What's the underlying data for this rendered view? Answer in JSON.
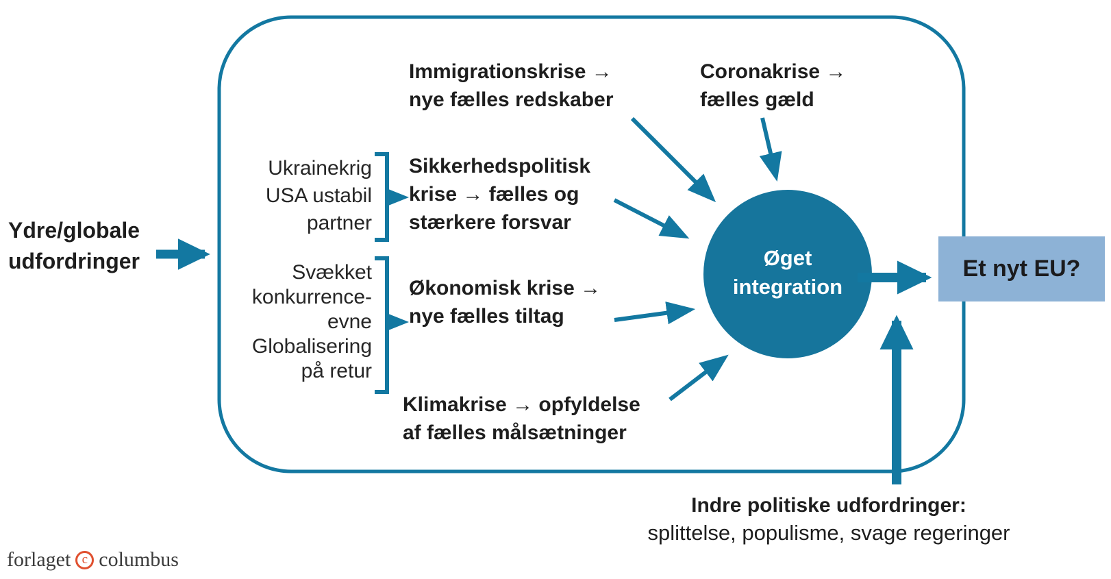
{
  "colors": {
    "accent": "#1378A1",
    "circle_fill": "#16759C",
    "result_box_fill": "#8DB2D6",
    "text": "#1E1E1E",
    "logo_red": "#E0502F"
  },
  "external_challenge": {
    "line1": "Ydre/globale",
    "line2": "udfordringer"
  },
  "crises": {
    "immigration": {
      "line1": "Immigrationskrise →",
      "line2": "nye fælles redskaber"
    },
    "corona": {
      "line1": "Coronakrise →",
      "line2": "fælles gæld"
    },
    "security": {
      "line1": "Sikkerhedspolitisk",
      "line2": "krise → fælles og",
      "line3": "stærkere forsvar"
    },
    "economy": {
      "line1": "Økonomisk krise →",
      "line2": "nye fælles tiltag"
    },
    "climate": {
      "line1": "Klimakrise → opfyldelse",
      "line2": "af fælles målsætninger"
    }
  },
  "security_sources": {
    "line1": "Ukrainekrig",
    "line2": "USA ustabil",
    "line3": "partner"
  },
  "economy_sources": {
    "line1": "Svækket",
    "line2": "konkurrence-",
    "line3": "evne",
    "line4": "Globalisering",
    "line5": "på retur"
  },
  "integration_circle": {
    "line1": "Øget",
    "line2": "integration"
  },
  "result_box": {
    "label": "Et nyt EU?"
  },
  "internal_challenge": {
    "line1": "Indre politiske udfordringer:",
    "line2": "splittelse, populisme, svage regeringer"
  },
  "publisher_logo": {
    "pre": "forlaget",
    "symbol": "c",
    "post": "columbus"
  }
}
